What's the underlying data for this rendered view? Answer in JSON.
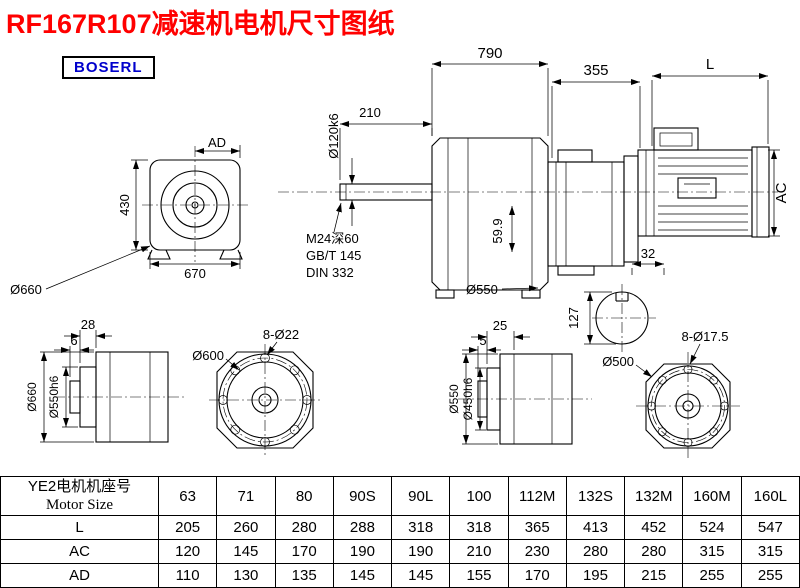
{
  "page": {
    "title": "RF167R107减速机电机尺寸图纸",
    "logo": "BOSERL"
  },
  "colors": {
    "title_red": "#ff0000",
    "logo_blue": "#0000cc",
    "line_black": "#000000"
  },
  "dims": {
    "d790": "790",
    "d355": "355",
    "dL": "L",
    "d210": "210",
    "shaft_dia": "Ø120k6",
    "ad": "AD",
    "d430": "430",
    "d670": "670",
    "d660_front": "Ø660",
    "note1": "M24深60",
    "note2": "GB/T 145",
    "note3": "DIN 332",
    "d599": "59.9",
    "ac": "AC",
    "d32": "32",
    "d127": "127",
    "d550_main": "Ø550",
    "d28": "28",
    "d6": "6",
    "d660_side": "Ø660",
    "d550h6": "Ø550h6",
    "d600": "Ø600",
    "holes22": "8-Ø22",
    "d25": "25",
    "d5": "5",
    "d550_side": "Ø550",
    "d450h6": "Ø450h6",
    "d500": "Ø500",
    "holes175": "8-Ø17.5"
  },
  "table": {
    "header_cn": "YE2电机机座号",
    "header_en": "Motor Size",
    "sizes": [
      "63",
      "71",
      "80",
      "90S",
      "90L",
      "100",
      "112M",
      "132S",
      "132M",
      "160M",
      "160L"
    ],
    "rows": [
      {
        "label": "L",
        "values": [
          "205",
          "260",
          "280",
          "288",
          "318",
          "318",
          "365",
          "413",
          "452",
          "524",
          "547"
        ]
      },
      {
        "label": "AC",
        "values": [
          "120",
          "145",
          "170",
          "190",
          "190",
          "210",
          "230",
          "280",
          "280",
          "315",
          "315"
        ]
      },
      {
        "label": "AD",
        "values": [
          "110",
          "130",
          "135",
          "145",
          "145",
          "155",
          "170",
          "195",
          "215",
          "255",
          "255"
        ]
      }
    ]
  }
}
